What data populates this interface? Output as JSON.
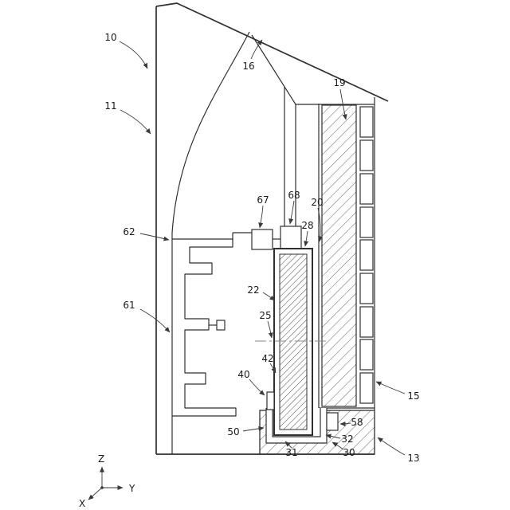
{
  "figure": {
    "labels": {
      "n10": "10",
      "n11": "11",
      "n16": "16",
      "n19": "19",
      "n67": "67",
      "n68": "68",
      "n20": "20",
      "n28": "28",
      "n62": "62",
      "n22": "22",
      "n25": "25",
      "n61": "61",
      "n42": "42",
      "n40": "40",
      "n15": "15",
      "n50": "50",
      "n58": "58",
      "n32": "32",
      "n31": "31",
      "n30": "30",
      "n13": "13"
    },
    "axes": {
      "x": "X",
      "y": "Y",
      "z": "Z"
    },
    "colors": {
      "line": "#2f2f2f",
      "background": "#ffffff"
    }
  }
}
